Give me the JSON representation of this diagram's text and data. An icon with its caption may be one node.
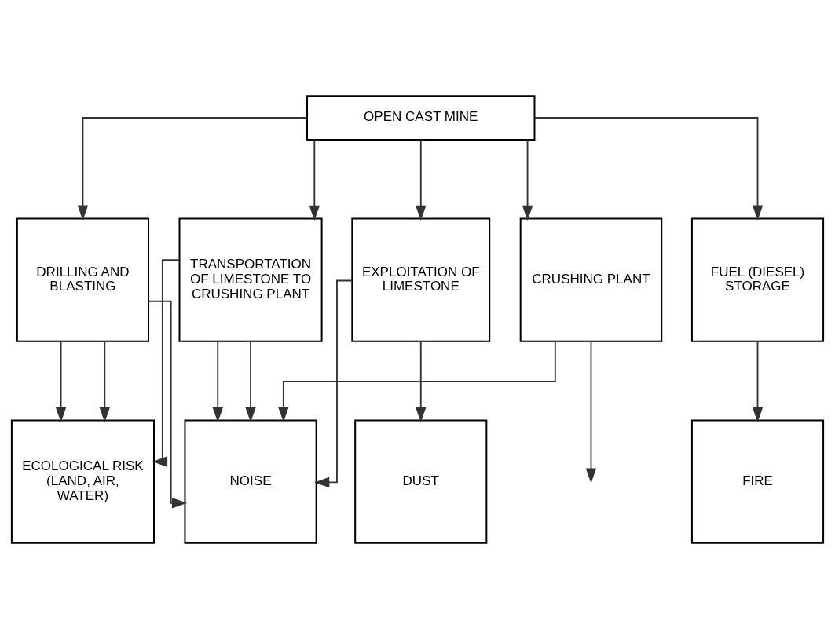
{
  "diagram": {
    "nodes": [
      {
        "text": [
          "OPEN CAST MINE"
        ]
      },
      {
        "text": [
          "DRILLING AND BLASTING"
        ]
      },
      {
        "text": [
          "EXPLOITATION OF LIMESTONE"
        ]
      },
      {
        "text": [
          "TRANSPORTATION OF LIMESTONE TO CRUSHING PLANT"
        ]
      },
      {
        "text": [
          "CRUSHING PLANT"
        ]
      },
      {
        "text": [
          "FUEL (DIESEL) STORAGE"
        ]
      },
      {
        "text": [
          "ECOLOGICAL RISK (LAND, AIR, WATER)"
        ]
      },
      {
        "text": [
          "DUST"
        ]
      },
      {
        "text": [
          "NOISE"
        ]
      },
      {
        "text": [
          "FIRE"
        ]
      }
    ],
    "edges": [
      {
        "from": 0,
        "to": 1,
        "arrow": "to"
      },
      {
        "from": 0,
        "to": 2,
        "arrow": "to"
      },
      {
        "from": 0,
        "to": 3,
        "arrow": "to"
      },
      {
        "from": 0,
        "to": 4,
        "arrow": "to"
      },
      {
        "from": 0,
        "to": 5,
        "arrow": "to"
      },
      {
        "from": 1,
        "to": 6,
        "arrow": "to"
      },
      {
        "from": 1,
        "to": 6,
        "arrow": "to"
      },
      {
        "from": 3,
        "to": 6,
        "arrow": "to"
      },
      {
        "from": 1,
        "to": 8,
        "arrow": "to"
      },
      {
        "from": 2,
        "to": 8,
        "arrow": "to"
      },
      {
        "from": 3,
        "to": 8,
        "arrow": "to"
      },
      {
        "from": 2,
        "to": 7,
        "arrow": "to"
      },
      {
        "from": 3,
        "to": 8,
        "arrow": "to"
      },
      {
        "from": 4,
        "to": 8,
        "arrow": "to"
      },
      {
        "from": 4,
        "to": null,
        "arrow": "to"
      },
      {
        "from": 5,
        "to": 9,
        "arrow": "to"
      }
    ]
  }
}
